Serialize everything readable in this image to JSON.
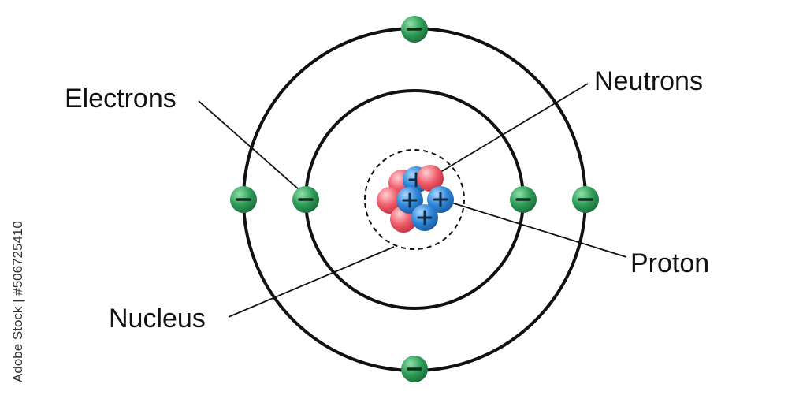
{
  "labels": {
    "electrons": "Electrons",
    "neutrons": "Neutrons",
    "proton": "Proton",
    "nucleus": "Nucleus"
  },
  "watermark": "Adobe Stock | #506725410",
  "colors": {
    "orbit": "#111111",
    "electron": "#2e9d58",
    "proton": "#2f86d8",
    "neutron": "#ef5a69",
    "leader_line": "#111111"
  },
  "particles": {
    "electron_sign": "−",
    "proton_sign": "+"
  }
}
